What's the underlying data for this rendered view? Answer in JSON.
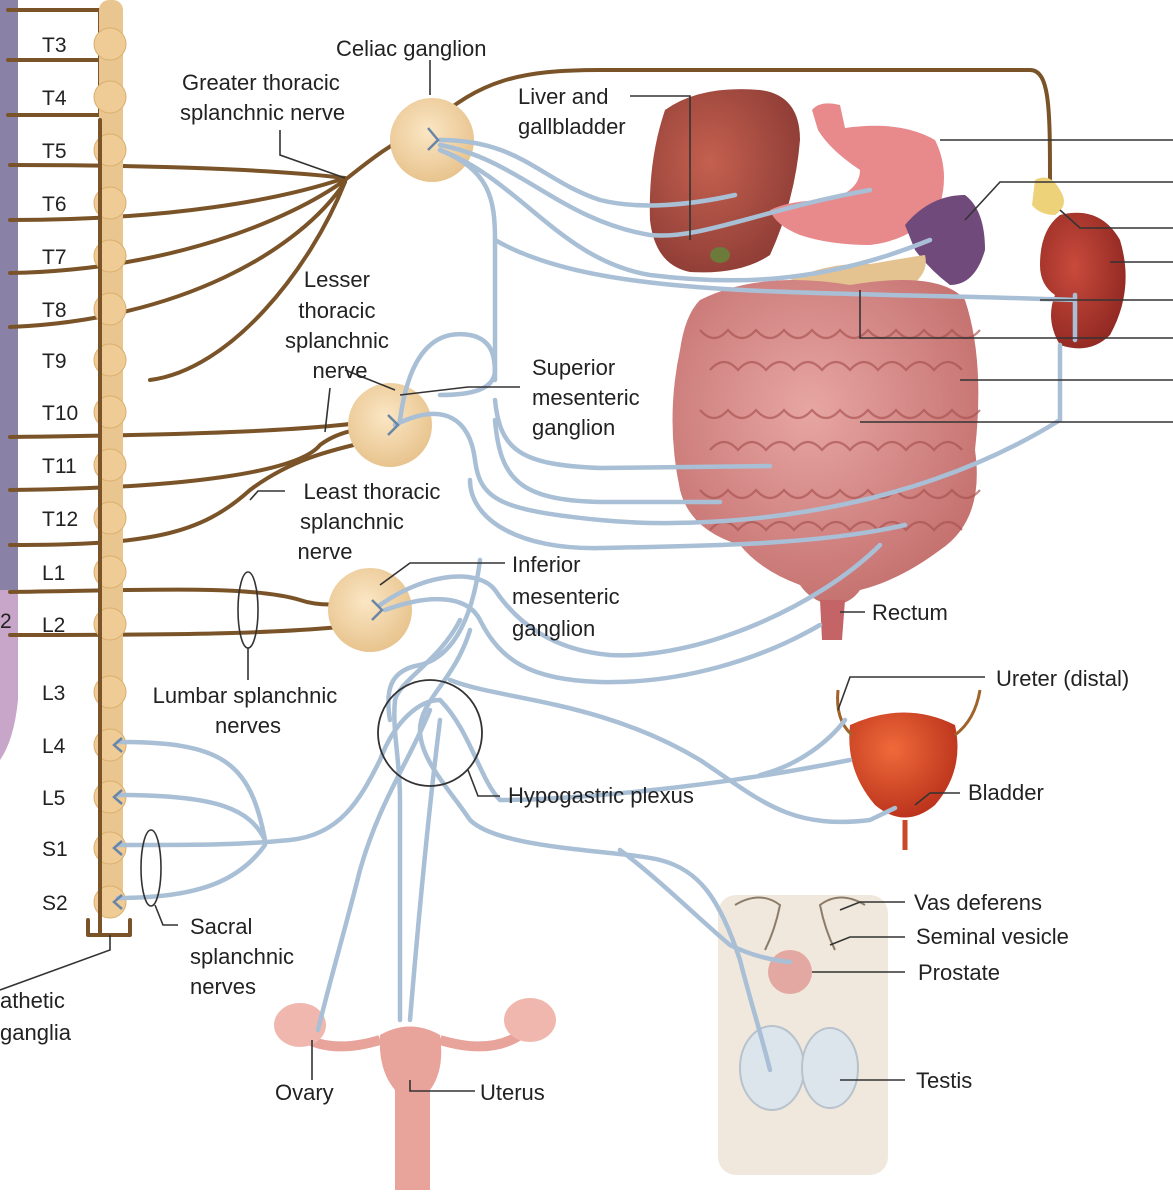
{
  "colors": {
    "preganglionic_fiber": "#7a5428",
    "postganglionic_fiber": "#a9bfd6",
    "sympathetic_chain": "#e9c68f",
    "ganglion": "#f2d3a3",
    "spinal_cord": "#8a82a6",
    "organ_red": "#b5474a",
    "bladder": "#d9431f",
    "label_text": "#222222"
  },
  "segments": [
    "T3",
    "T4",
    "T5",
    "T6",
    "T7",
    "T8",
    "T9",
    "T10",
    "T11",
    "T12",
    "L1",
    "L2",
    "L3",
    "L4",
    "L5",
    "S1",
    "S2"
  ],
  "side_digit": "2",
  "labels": {
    "celiac_ganglion": "Celiac ganglion",
    "greater_splanchnic": [
      "Greater thoracic",
      "splanchnic nerve"
    ],
    "liver": [
      "Liver and",
      "gallbladder"
    ],
    "lesser_splanchnic": [
      "Lesser",
      "thoracic",
      "splanchnic",
      "nerve"
    ],
    "superior_mesenteric": [
      "Superior",
      "mesenteric",
      "ganglion"
    ],
    "least_splanchnic": [
      "Least thoracic",
      "splanchnic",
      "nerve"
    ],
    "inferior_mesenteric": [
      "Inferior",
      "mesenteric",
      "ganglion"
    ],
    "rectum": "Rectum",
    "lumbar_splanchnic": [
      "Lumbar splanchnic",
      "nerves"
    ],
    "ureter": "Ureter (distal)",
    "hypogastric_plexus": "Hypogastric plexus",
    "bladder": "Bladder",
    "vas_deferens": "Vas deferens",
    "seminal_vesicle": "Seminal vesicle",
    "prostate": "Prostate",
    "testis": "Testis",
    "sacral_splanchnic": [
      "Sacral",
      "splanchnic",
      "nerves"
    ],
    "paravertebral_ganglia": [
      "athetic",
      "ganglia"
    ],
    "ovary": "Ovary",
    "uterus": "Uterus"
  }
}
